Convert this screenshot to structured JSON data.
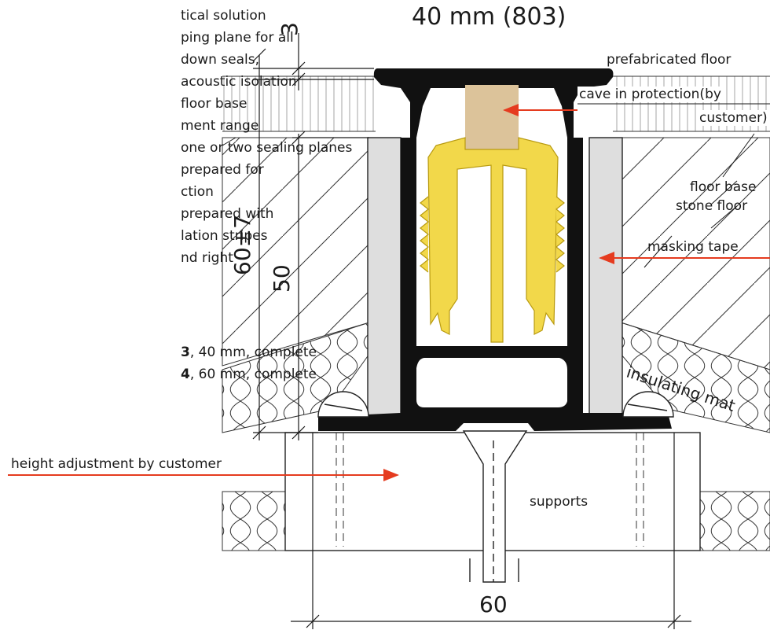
{
  "title": "40 mm (803)",
  "features": [
    "tical solution",
    "ping plane for all",
    "down seals,",
    "acoustic isolation",
    "floor base",
    "ment range",
    "one or two sealing planes",
    "prepared for",
    "ction",
    "prepared with",
    "lation stripes",
    "nd right"
  ],
  "codes": [
    {
      "bold": "3",
      "text": ", 40 mm, complete"
    },
    {
      "bold": "4",
      "text": ", 60 mm, complete"
    }
  ],
  "labels": {
    "prefabricated_floor": "prefabricated floor",
    "cave_protection_1": "cave in protection(by",
    "cave_protection_2": "customer)",
    "floor_base": "floor base",
    "stone_floor": "stone floor",
    "masking_tape": "masking tape",
    "insulating_mat": "insulating mat",
    "height_adjustment": "height adjustment by customer",
    "supports": "supports"
  },
  "dimensions": {
    "top": "3",
    "left_total": "60±7",
    "left_inner": "50",
    "bottom": "60"
  },
  "colors": {
    "profile": "#111111",
    "insert": "#f2d84a",
    "insert_outline": "#b89a10",
    "cave": "#dcc39a",
    "tape": "#dedede",
    "arrow": "#e53b1f",
    "line": "#1a1a1a"
  }
}
